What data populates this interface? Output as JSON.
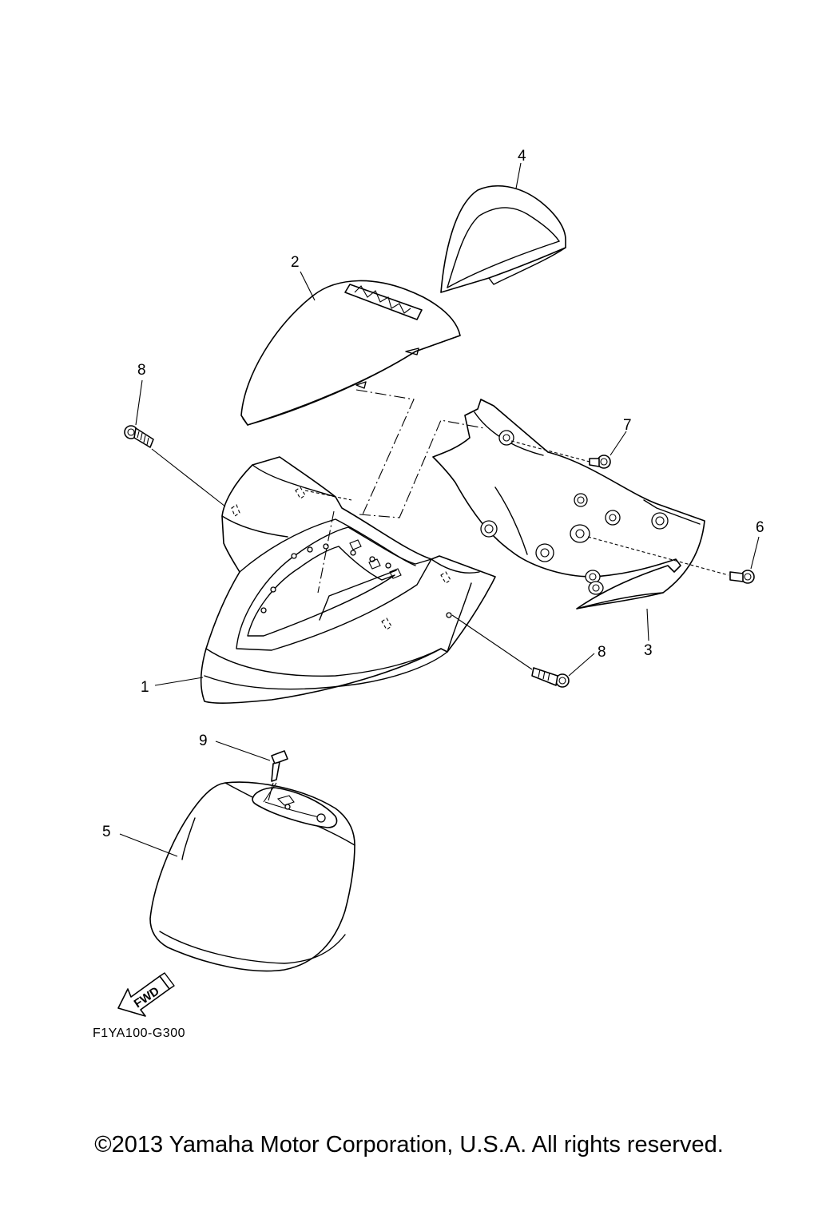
{
  "diagram": {
    "code": "F1YA100-G300",
    "forward_marker": "FWD",
    "callouts": [
      {
        "id": "1",
        "label": "1"
      },
      {
        "id": "2",
        "label": "2"
      },
      {
        "id": "3",
        "label": "3"
      },
      {
        "id": "4",
        "label": "4"
      },
      {
        "id": "5",
        "label": "5"
      },
      {
        "id": "6",
        "label": "6"
      },
      {
        "id": "7",
        "label": "7"
      },
      {
        "id": "8a",
        "label": "8"
      },
      {
        "id": "8b",
        "label": "8"
      },
      {
        "id": "9",
        "label": "9"
      }
    ]
  },
  "footer": {
    "copyright": "©2013 Yamaha Motor Corporation, U.S.A. All rights reserved."
  },
  "colors": {
    "ink": "#000000",
    "paper": "#ffffff"
  }
}
